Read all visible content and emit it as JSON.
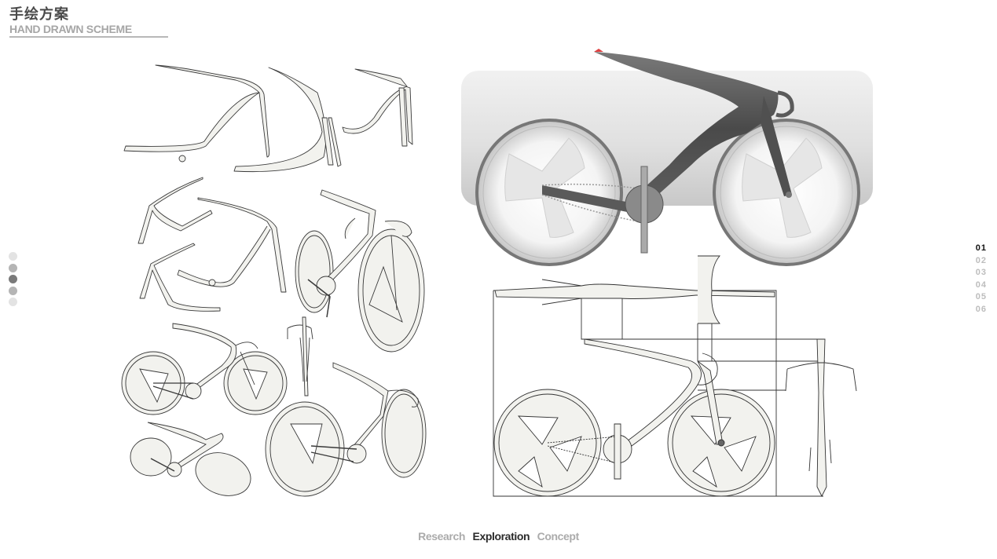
{
  "header": {
    "title_cn": "手绘方案",
    "title_en": "HAND DRAWN SCHEME"
  },
  "side_dots": {
    "count": 5,
    "active_index": 2,
    "colors": [
      "#e3e3e3",
      "#b5b5b5",
      "#7a7a7a",
      "#b5b5b5",
      "#e3e3e3"
    ]
  },
  "page_index": {
    "items": [
      "01",
      "02",
      "03",
      "04",
      "05",
      "06"
    ],
    "active": "01"
  },
  "bottom_nav": {
    "items": [
      {
        "label": "Research",
        "active": false
      },
      {
        "label": "Exploration",
        "active": true
      },
      {
        "label": "Concept",
        "active": false
      }
    ]
  },
  "content": {
    "left_panel": "hand-drawn sketches: frame variants and perspective bike views",
    "right_top": "shaded render of track bike concept with tri-spoke wheels",
    "right_bottom": "orthographic drawing: top view, side view, front view"
  },
  "colors": {
    "sketch_fill": "#f0f0ec",
    "sketch_stroke": "#3a3a3a",
    "render_dark": "#4a4a4a",
    "panel_gray": "#e0e0e0",
    "accent_tip": "#e04040"
  }
}
